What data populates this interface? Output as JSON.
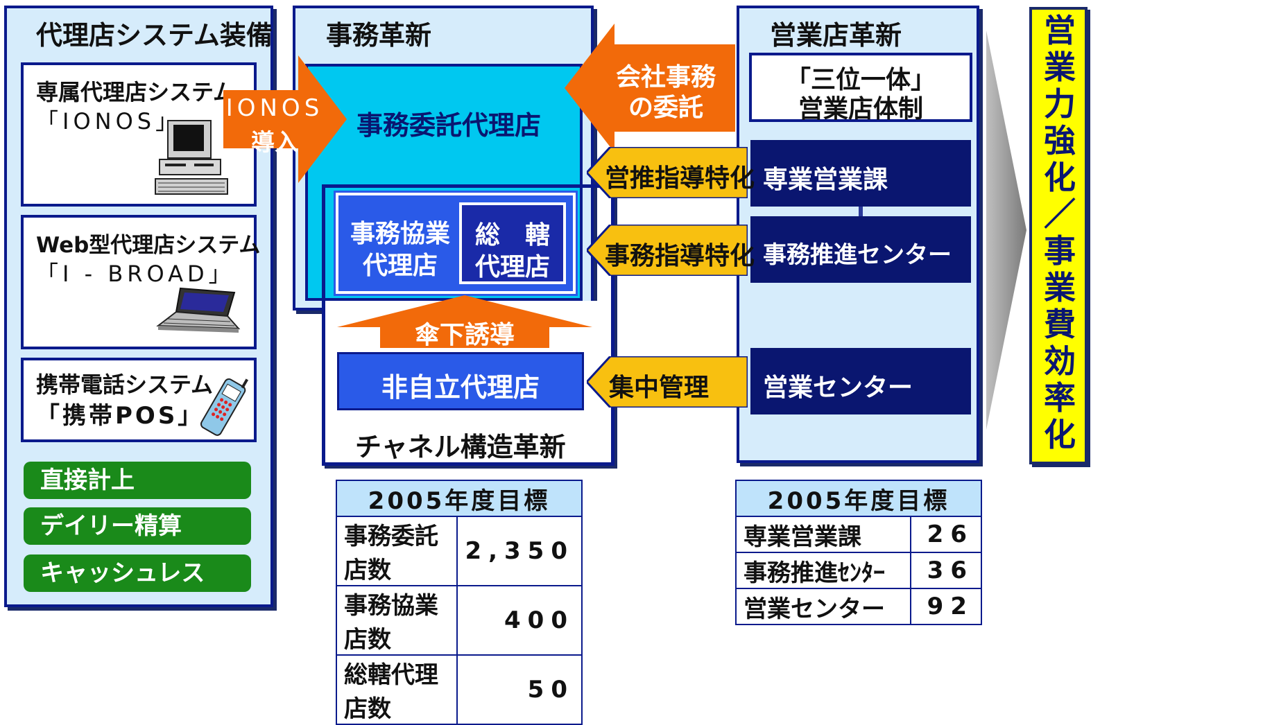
{
  "left_panel": {
    "title": "代理店システム装備",
    "systems": [
      {
        "line1": "専属代理店システム",
        "line2": "「IONOS」",
        "icon": "desktop-computer-icon"
      },
      {
        "line1": "Web型代理店システム",
        "line2": "「I - BROAD」",
        "icon": "laptop-icon"
      },
      {
        "line1": "携帯電話システム",
        "line2": "「携帯POS」",
        "icon": "mobile-phone-icon"
      }
    ],
    "features": [
      "直接計上",
      "デイリー精算",
      "キャッシュレス"
    ]
  },
  "ionos_arrow": {
    "line1": "IONOS",
    "line2": "導入"
  },
  "center_panel": {
    "title": "事務革新",
    "main_agency": "事務委託代理店",
    "coop_agency": {
      "line1": "事務協業",
      "line2": "代理店"
    },
    "general_agency": {
      "line1": "総　轄",
      "line2": "代理店"
    },
    "up_arrow": "傘下誘導",
    "non_independent": "非自立代理店",
    "channel_label": "チャネル構造革新"
  },
  "delegation_arrow": {
    "line1": "会社事務",
    "line2": "の委託"
  },
  "yellow_arrows": [
    "営推指導特化",
    "事務指導特化",
    "集中管理"
  ],
  "right_panel": {
    "title": "営業店革新",
    "system_box": {
      "line1": "「三位一体」",
      "line2": "営業店体制"
    },
    "units": [
      "専業営業課",
      "事務推進センター",
      "営業センター"
    ]
  },
  "result_bar": {
    "text": "営業力強化／事業費効率化"
  },
  "goals_left": {
    "header": "2005年度目標",
    "rows": [
      {
        "label": "事務委託店数",
        "value": "2,350"
      },
      {
        "label": "事務協業店数",
        "value": "400"
      },
      {
        "label": "総轄代理店数",
        "value": "50"
      }
    ]
  },
  "goals_right": {
    "header": "2005年度目標",
    "rows": [
      {
        "label": "専業営業課",
        "value": "26"
      },
      {
        "label": "事務推進ｾﾝﾀｰ",
        "value": "36"
      },
      {
        "label": "営業センター",
        "value": "92"
      }
    ]
  },
  "colors": {
    "navy": "#0a1670",
    "light_blue": "#d6ecfb",
    "cyan": "#00c8f0",
    "mid_blue": "#2a5ae8",
    "orange": "#f26a0a",
    "yellow": "#f8c010",
    "green": "#1a8a1a",
    "result_yellow": "#ffff00"
  }
}
